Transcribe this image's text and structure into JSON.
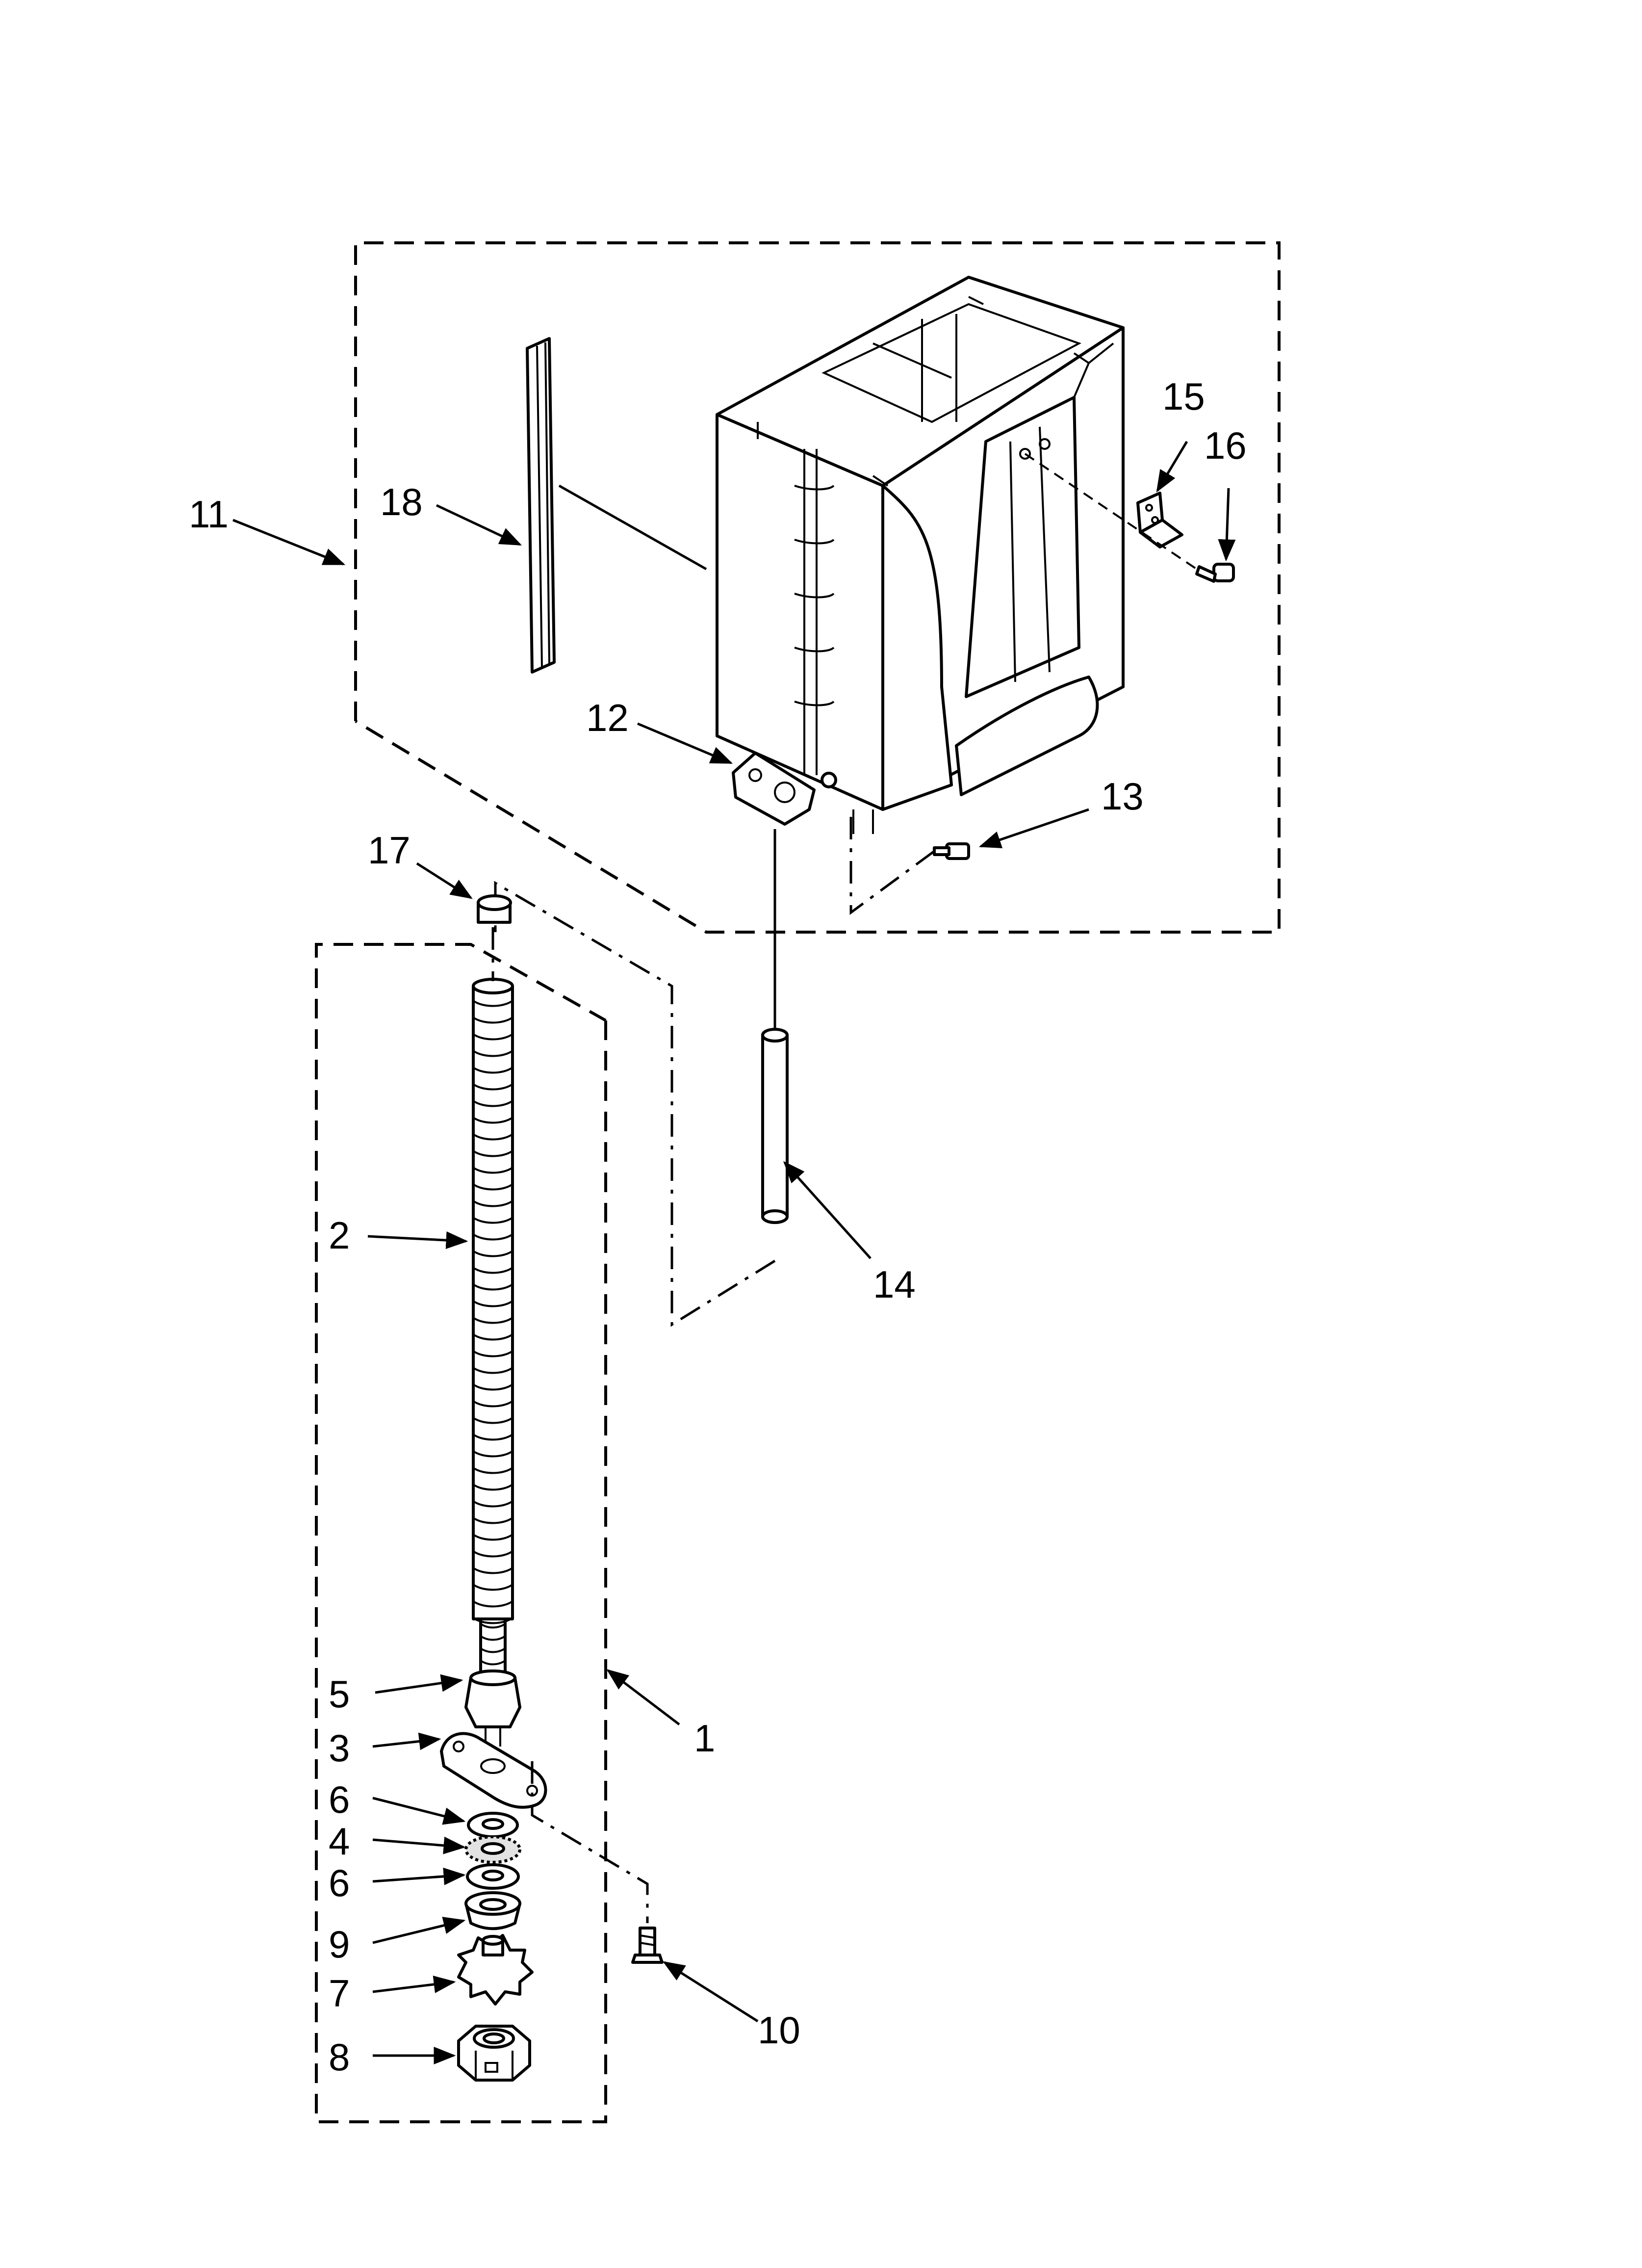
{
  "labels": {
    "p1": "1",
    "p2": "2",
    "p3": "3",
    "p4": "4",
    "p5": "5",
    "p6a": "6",
    "p6b": "6",
    "p7": "7",
    "p8": "8",
    "p9": "9",
    "p10": "10",
    "p11": "11",
    "p12": "12",
    "p13": "13",
    "p14": "14",
    "p15": "15",
    "p16": "16",
    "p17": "17",
    "p18": "18"
  }
}
